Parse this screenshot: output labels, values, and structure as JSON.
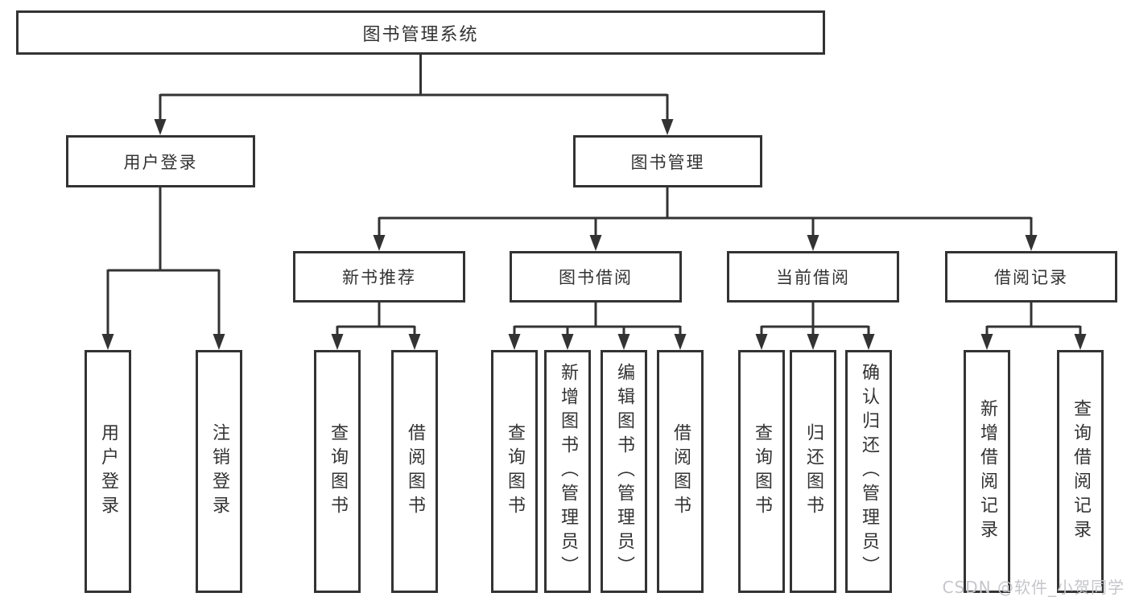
{
  "diagram": {
    "type": "hierarchy-tree",
    "colors": {
      "background": "#ffffff",
      "line": "#333333",
      "box_border": "#333333",
      "text": "#333333",
      "watermark": "#c5c6ca"
    },
    "root": {
      "label": "图书管理系统",
      "children": [
        {
          "label": "用户登录",
          "children": [
            {
              "label": "用户登录"
            },
            {
              "label": "注销登录"
            }
          ]
        },
        {
          "label": "图书管理",
          "children": [
            {
              "label": "新书推荐",
              "children": [
                {
                  "label": "查询图书"
                },
                {
                  "label": "借阅图书"
                }
              ]
            },
            {
              "label": "图书借阅",
              "children": [
                {
                  "label": "查询图书"
                },
                {
                  "label": "新增图书（管理员）"
                },
                {
                  "label": "编辑图书（管理员）"
                },
                {
                  "label": "借阅图书"
                }
              ]
            },
            {
              "label": "当前借阅",
              "children": [
                {
                  "label": "查询图书"
                },
                {
                  "label": "归还图书"
                },
                {
                  "label": "确认归还（管理员）"
                }
              ]
            },
            {
              "label": "借阅记录",
              "children": [
                {
                  "label": "新增借阅记录"
                },
                {
                  "label": "查询借阅记录"
                }
              ]
            }
          ]
        }
      ]
    }
  },
  "watermark": {
    "text": "CSDN @软件_小贺同学"
  }
}
